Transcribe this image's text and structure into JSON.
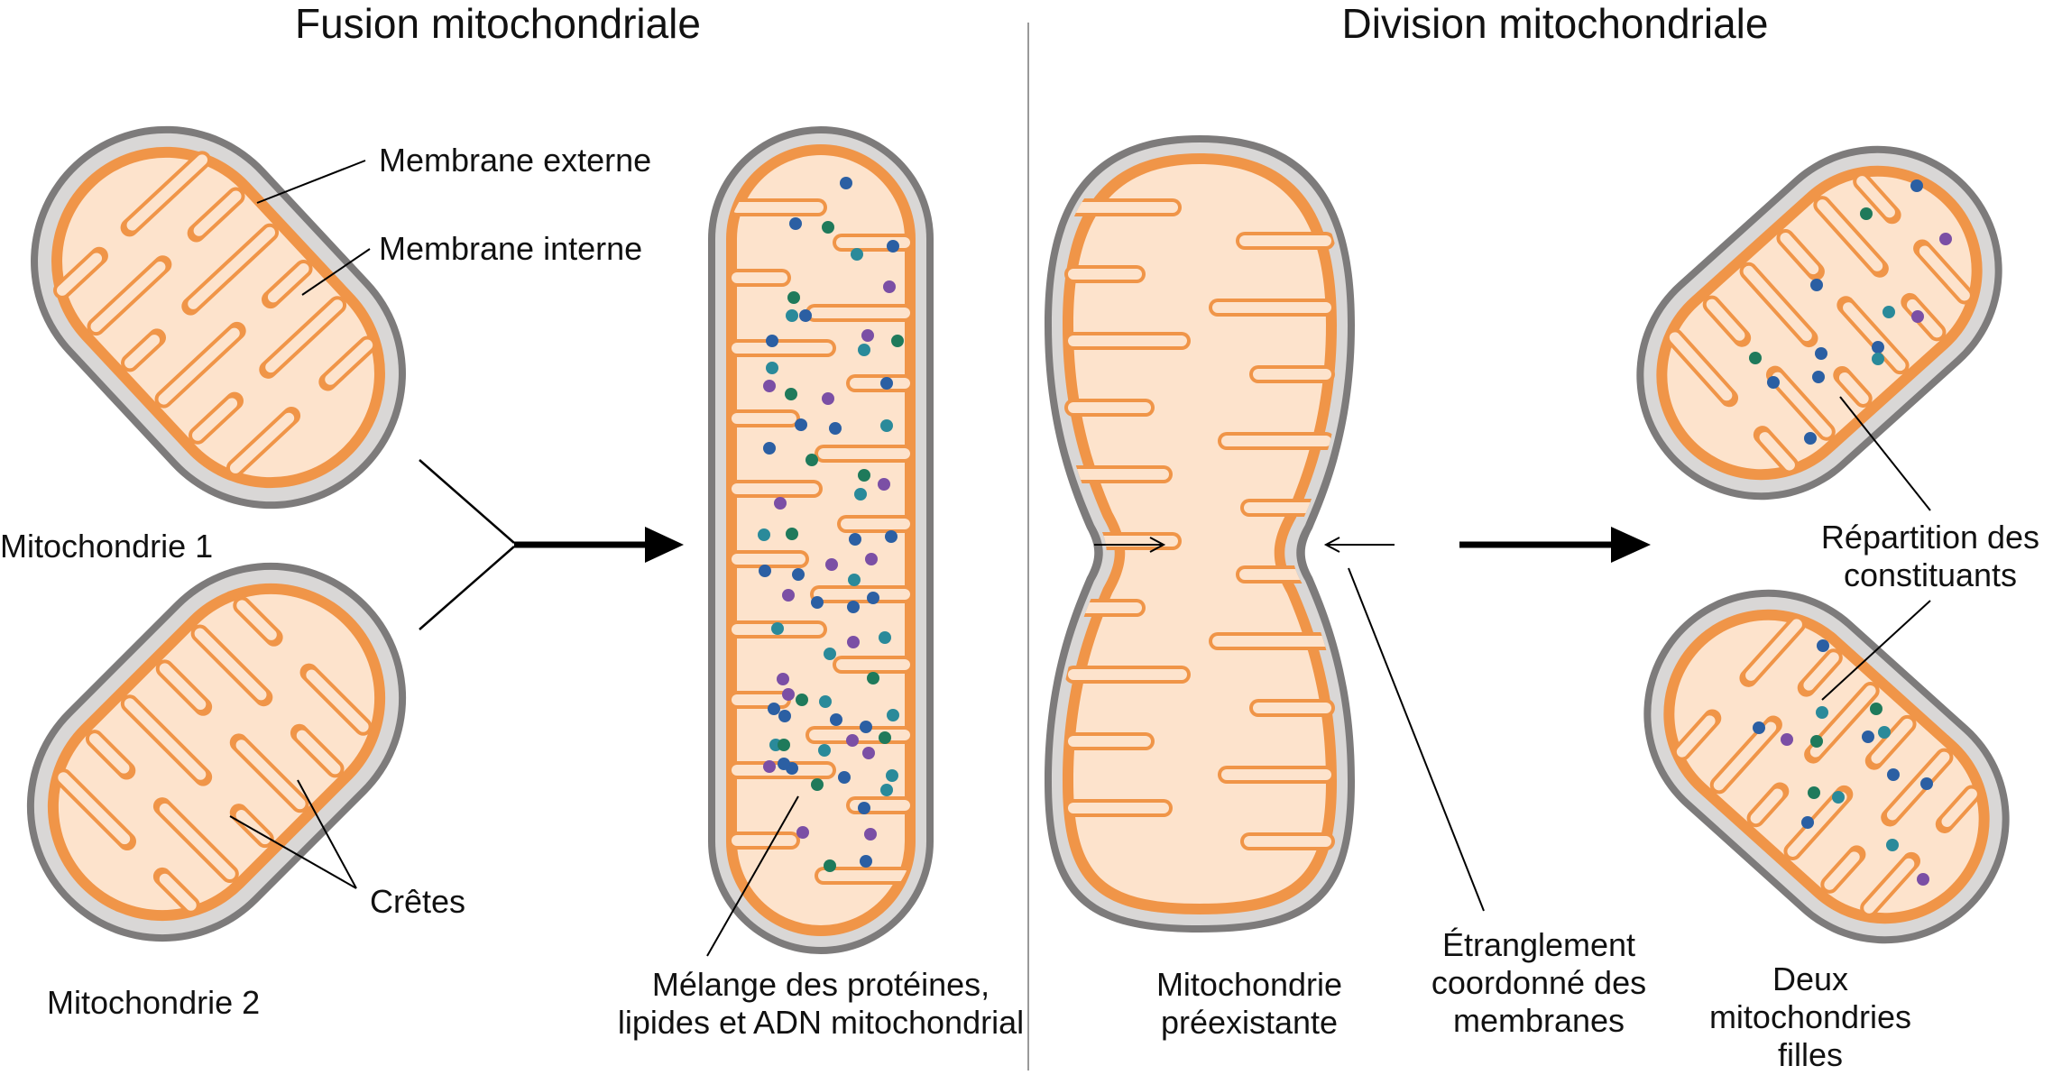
{
  "panels": {
    "fusion": {
      "title": "Fusion mitochondriale",
      "labels": {
        "outer_membrane": "Membrane externe",
        "inner_membrane": "Membrane interne",
        "mito1": "Mitochondrie 1",
        "mito2": "Mitochondrie 2",
        "cristae": "Crêtes",
        "mixing_line1": "Mélange des protéines,",
        "mixing_line2": "lipides et ADN mitochondrial"
      }
    },
    "division": {
      "title": "Division mitochondriale",
      "labels": {
        "preexisting_line1": "Mitochondrie",
        "preexisting_line2": "préexistante",
        "constriction_line1": "Étranglement",
        "constriction_line2": "coordonné des",
        "constriction_line3": "membranes",
        "daughters_line1": "Deux",
        "daughters_line2": "mitochondries",
        "daughters_line3": "filles",
        "distribution_line1": "Répartition des",
        "distribution_line2": "constituants"
      }
    }
  },
  "colors": {
    "outer_membrane": "#7d7b7b",
    "intermembrane": "#d9d7d6",
    "inner_membrane": "#f09548",
    "matrix": "#fde3cc",
    "particle_blue": "#2b5fa3",
    "particle_green": "#1f7a5b",
    "particle_purple": "#7b4fa5",
    "particle_teal": "#2a8a9a",
    "arrow": "#000000"
  }
}
